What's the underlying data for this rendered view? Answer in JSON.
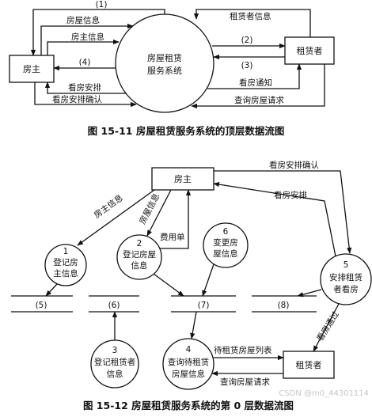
{
  "top_diagram": {
    "caption": "图 15-11   房屋租赁服务系统的顶层数据流图",
    "process": [
      "房屋租赁",
      "服务系统"
    ],
    "entity_owner": "房主",
    "entity_tenant": "租赁者",
    "flows": {
      "n1": "(1)",
      "owner_info": "房屋信息",
      "landlord_info": "房主信息",
      "n4": "(4)",
      "view_schedule": "看房安排",
      "view_confirm": "看房安排确认",
      "tenant_info": "租赁者信息",
      "n2": "(2)",
      "n3": "(3)",
      "view_notice": "看房通知",
      "query_request": "查询房屋请求"
    }
  },
  "bottom_diagram": {
    "caption": "图 15-12   房屋租赁服务系统的第 0 层数据流图",
    "entity_owner": "房主",
    "entity_tenant": "租赁者",
    "processes": [
      {
        "num": "1",
        "lines": [
          "登记房",
          "主信息"
        ]
      },
      {
        "num": "2",
        "lines": [
          "登记房屋",
          "信息"
        ]
      },
      {
        "num": "6",
        "lines": [
          "变更房",
          "屋信息"
        ]
      },
      {
        "num": "5",
        "lines": [
          "安排租赁",
          "者看房"
        ]
      },
      {
        "num": "3",
        "lines": [
          "登记租赁者",
          "信息"
        ]
      },
      {
        "num": "4",
        "lines": [
          "查询待租赁",
          "房屋信息"
        ]
      }
    ],
    "stores": [
      "(5)",
      "(6)",
      "(7)",
      "(8)"
    ],
    "flows": {
      "landlord_info": "房主信息",
      "house_info": "房屋信息",
      "fee_bill": "费用单",
      "view_confirm": "看房安排确认",
      "view_schedule": "看房安排",
      "view_notice": "看房通过",
      "list_table": "待租赁房屋列表",
      "query_request": "查询房屋请求"
    }
  },
  "watermark": "CSDN @m0_44301114"
}
